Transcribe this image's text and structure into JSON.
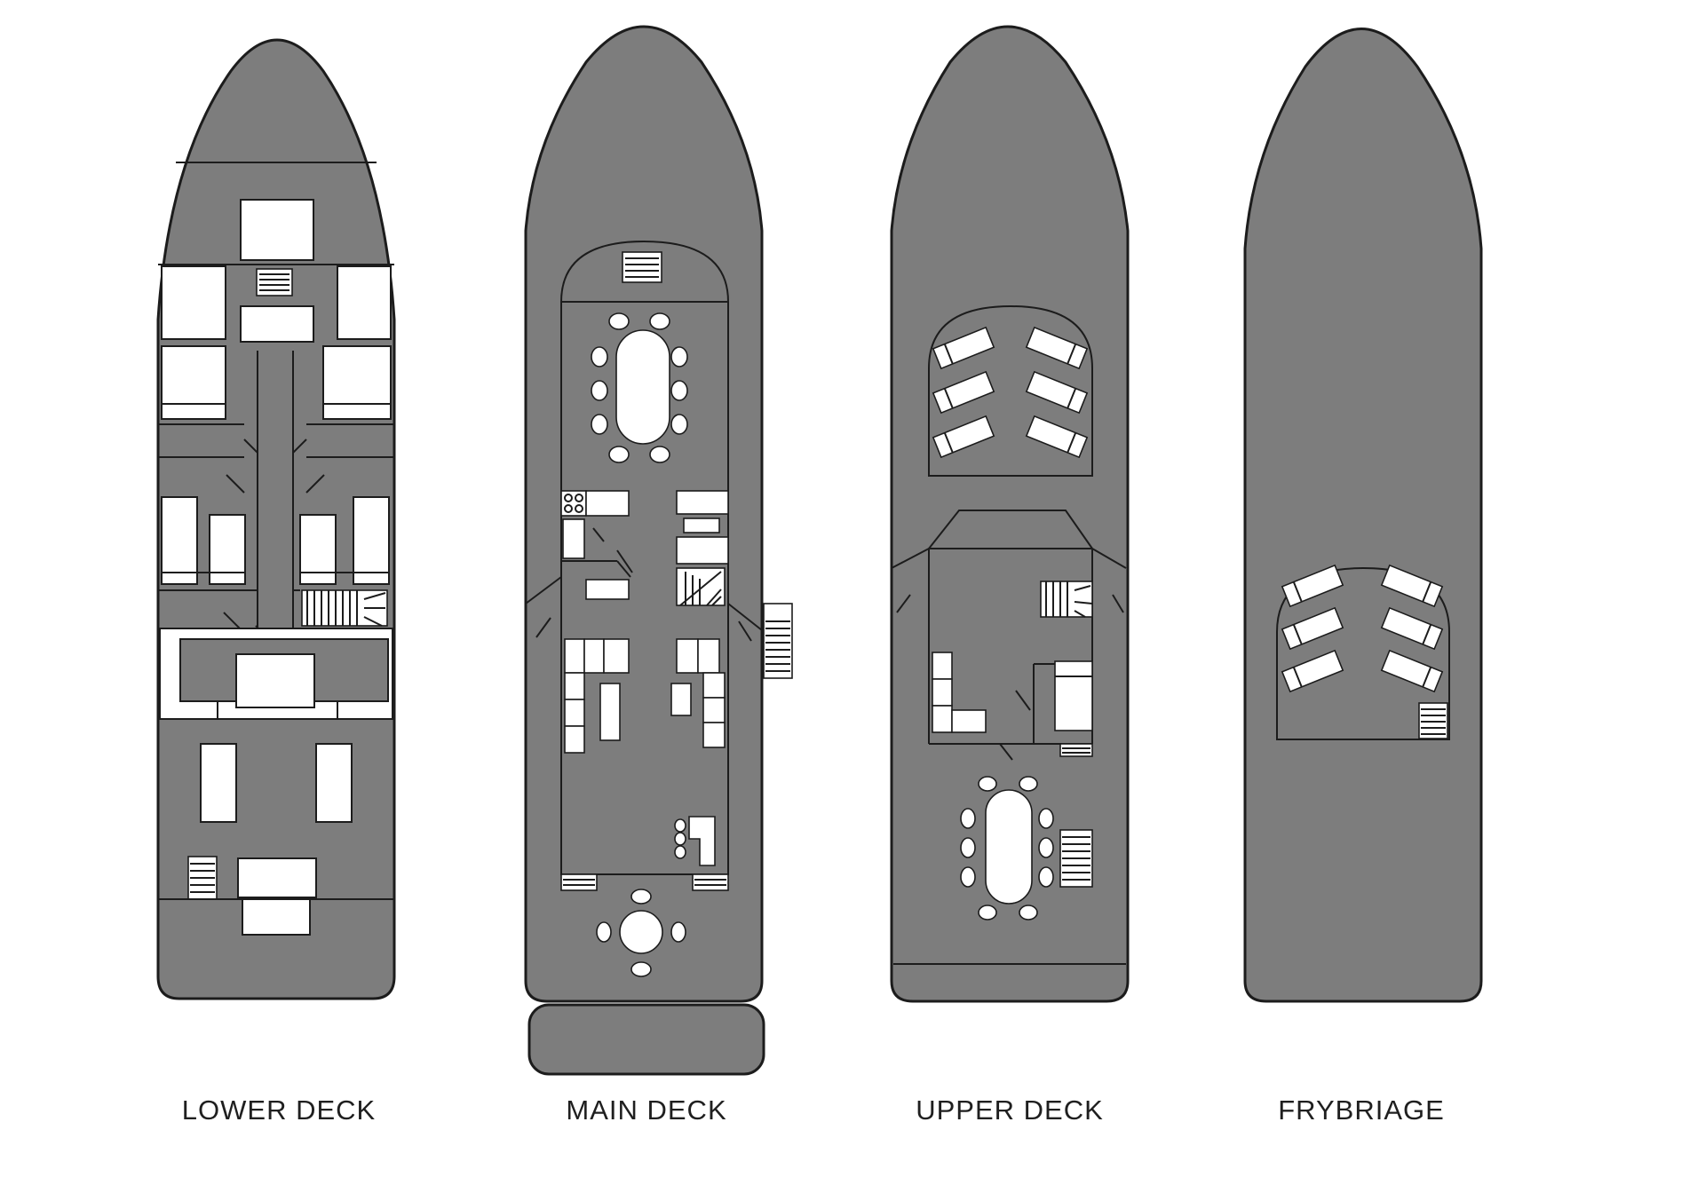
{
  "decks": [
    {
      "id": "lower",
      "label": "LOWER DECK"
    },
    {
      "id": "main",
      "label": "MAIN DECK"
    },
    {
      "id": "upper",
      "label": "UPPER DECK"
    },
    {
      "id": "sundeck",
      "label": "FRYBRIAGE"
    }
  ],
  "colors": {
    "hull": "#7d7d7d",
    "outline": "#1c1c1c",
    "furniture": "#ffffff",
    "background": "#ffffff"
  }
}
